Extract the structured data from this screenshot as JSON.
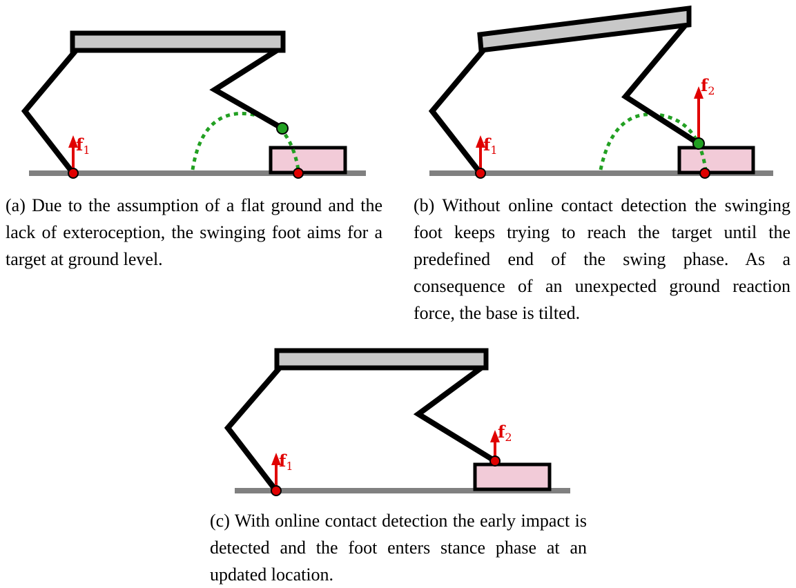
{
  "panels": [
    {
      "id": "a",
      "caption": "(a) Due to the assumption of a flat ground and the lack of exteroception, the swinging foot aims for a target at ground level.",
      "forces": [
        {
          "label": "f",
          "subscript": "1"
        }
      ]
    },
    {
      "id": "b",
      "caption": "(b) Without online contact detection the swinging foot keeps trying to reach the target until the predefined end of the swing phase. As a consequence of an unexpected ground reaction force, the base is tilted.",
      "forces": [
        {
          "label": "f",
          "subscript": "1"
        },
        {
          "label": "f",
          "subscript": "2"
        }
      ]
    },
    {
      "id": "c",
      "caption": "(c) With online contact detection the early impact is detected and the foot enters stance phase at an updated location.",
      "forces": [
        {
          "label": "f",
          "subscript": "1"
        },
        {
          "label": "f",
          "subscript": "2"
        }
      ]
    }
  ],
  "colors": {
    "ground": "#808080",
    "base": "#c8c8c8",
    "leg": "#000000",
    "obstacle": "#f2cbd8",
    "force": "#e00000",
    "contact_point": "#e00000",
    "swing_foot": "#22a022",
    "swing_trajectory": "#22a022"
  }
}
